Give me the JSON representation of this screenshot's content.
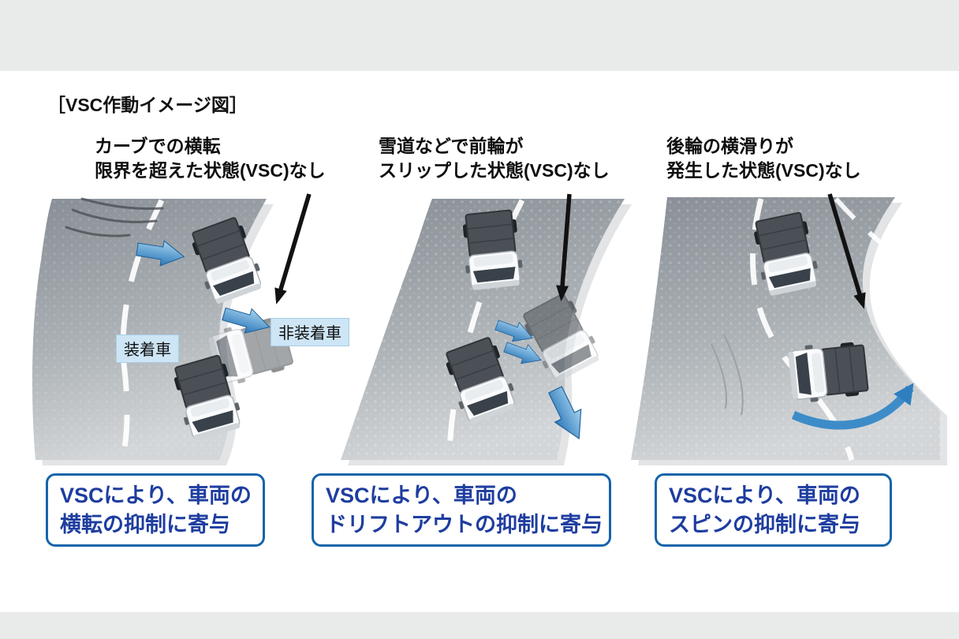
{
  "title": "［VSC作動イメージ図］",
  "panels": [
    {
      "caption_line1": "カーブでの横転",
      "caption_line2": "限界を超えた状態(VSC)なし",
      "label_equipped": "装着車",
      "label_not_equipped": "非装着車",
      "result_line1": "VSCにより、車両の",
      "result_line2": "横転の抑制に寄与"
    },
    {
      "caption_line1": "雪道などで前輪が",
      "caption_line2": "スリップした状態(VSC)なし",
      "result_line1": "VSCにより、車両の",
      "result_line2": "ドリフトアウトの抑制に寄与"
    },
    {
      "caption_line1": "後輪の横滑りが",
      "caption_line2": "発生した状態(VSC)なし",
      "result_line1": "VSCにより、車両の",
      "result_line2": "スピンの抑制に寄与"
    }
  ],
  "icons": {
    "indicator_arrow": "black straight pointer arrow",
    "motion_arrow": "blue gradient motion arrow",
    "spin_arrow": "curved blue spin arrow"
  },
  "colors": {
    "frame_gray": "#e9eaea",
    "result_border_blue": "#1464aa",
    "result_text_blue": "#1e3d9f",
    "label_chip_bg": "#cde5f5",
    "road_gray_dark": "#878e95",
    "road_gray_light": "#d3d6d8",
    "arrow_blue": "#2f7fc0",
    "black_arrow": "#121212"
  }
}
